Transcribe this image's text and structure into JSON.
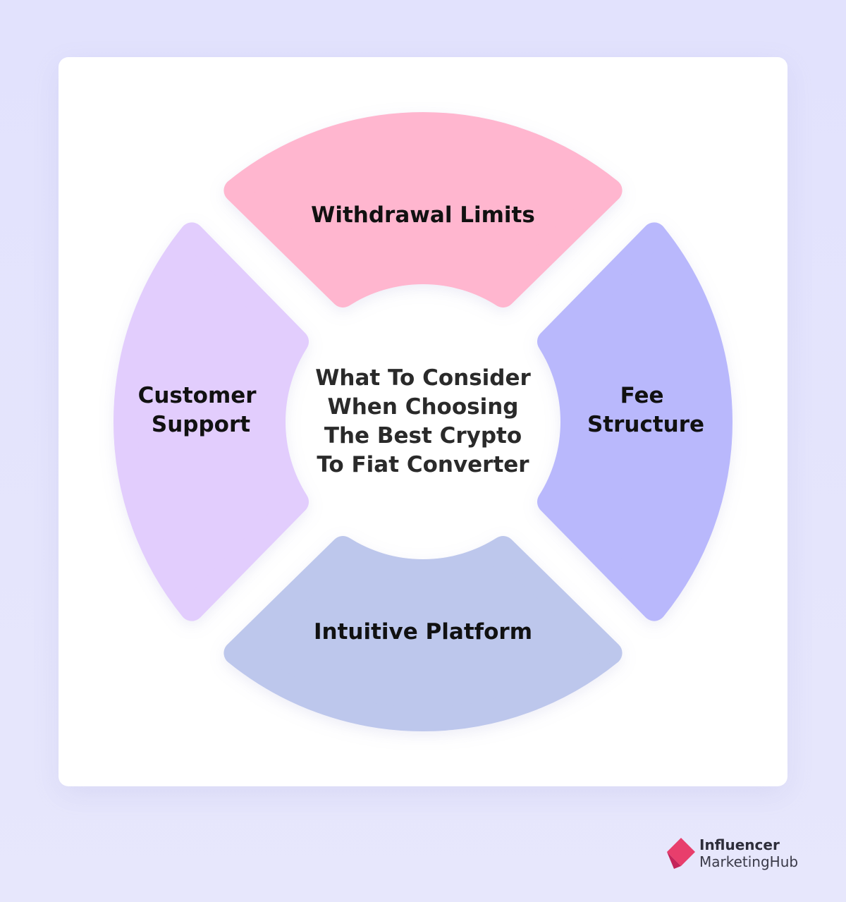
{
  "center_title_lines": [
    "What To Consider",
    "When Choosing",
    "The Best Crypto",
    "To Fiat Converter"
  ],
  "segments": {
    "top": {
      "lines": [
        "Withdrawal Limits"
      ],
      "color": "#ffb6cf"
    },
    "right": {
      "lines": [
        "Fee",
        "Structure"
      ],
      "color": "#b9b8fc"
    },
    "bottom": {
      "lines": [
        "Intuitive Platform"
      ],
      "color": "#bdc7ec"
    },
    "left": {
      "lines": [
        "Customer",
        "Support"
      ],
      "color": "#e2cdfd"
    }
  },
  "brand": {
    "line1": "Influencer",
    "line2": "MarketingHub",
    "logo_colors": [
      "#e83e6c",
      "#c4245a"
    ]
  }
}
